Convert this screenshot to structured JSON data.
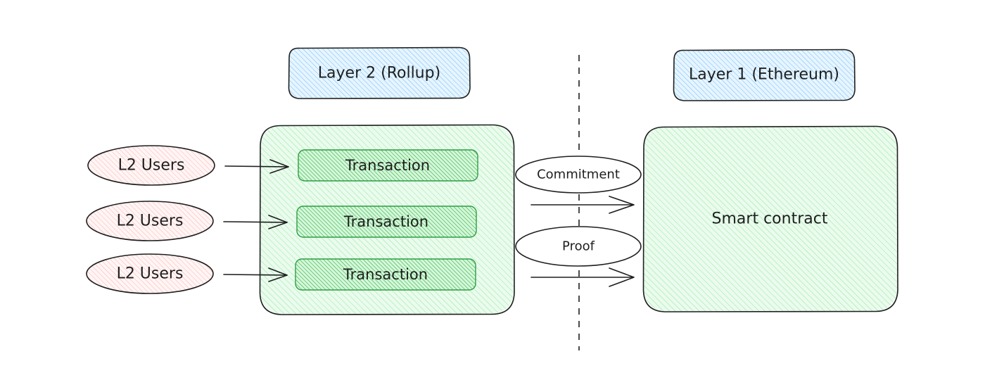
{
  "headers": {
    "layer2": "Layer 2 (Rollup)",
    "layer1": "Layer 1 (Ethereum)"
  },
  "users": [
    {
      "label": "L2 Users"
    },
    {
      "label": "L2 Users"
    },
    {
      "label": "L2 Users"
    }
  ],
  "transactions": [
    {
      "label": "Transaction"
    },
    {
      "label": "Transaction"
    },
    {
      "label": "Transaction"
    }
  ],
  "messages": {
    "commitment": "Commitment",
    "proof": "Proof"
  },
  "layer1": {
    "contract_label": "Smart contract"
  },
  "colors": {
    "ink": "#1e1e1e",
    "blue_fill": "#a5d8ff",
    "green_fill": "#b2f2bb",
    "tx_fill": "#2f9e44",
    "tx_stroke": "#2f9e44",
    "red_fill": "#ffc9c9"
  }
}
